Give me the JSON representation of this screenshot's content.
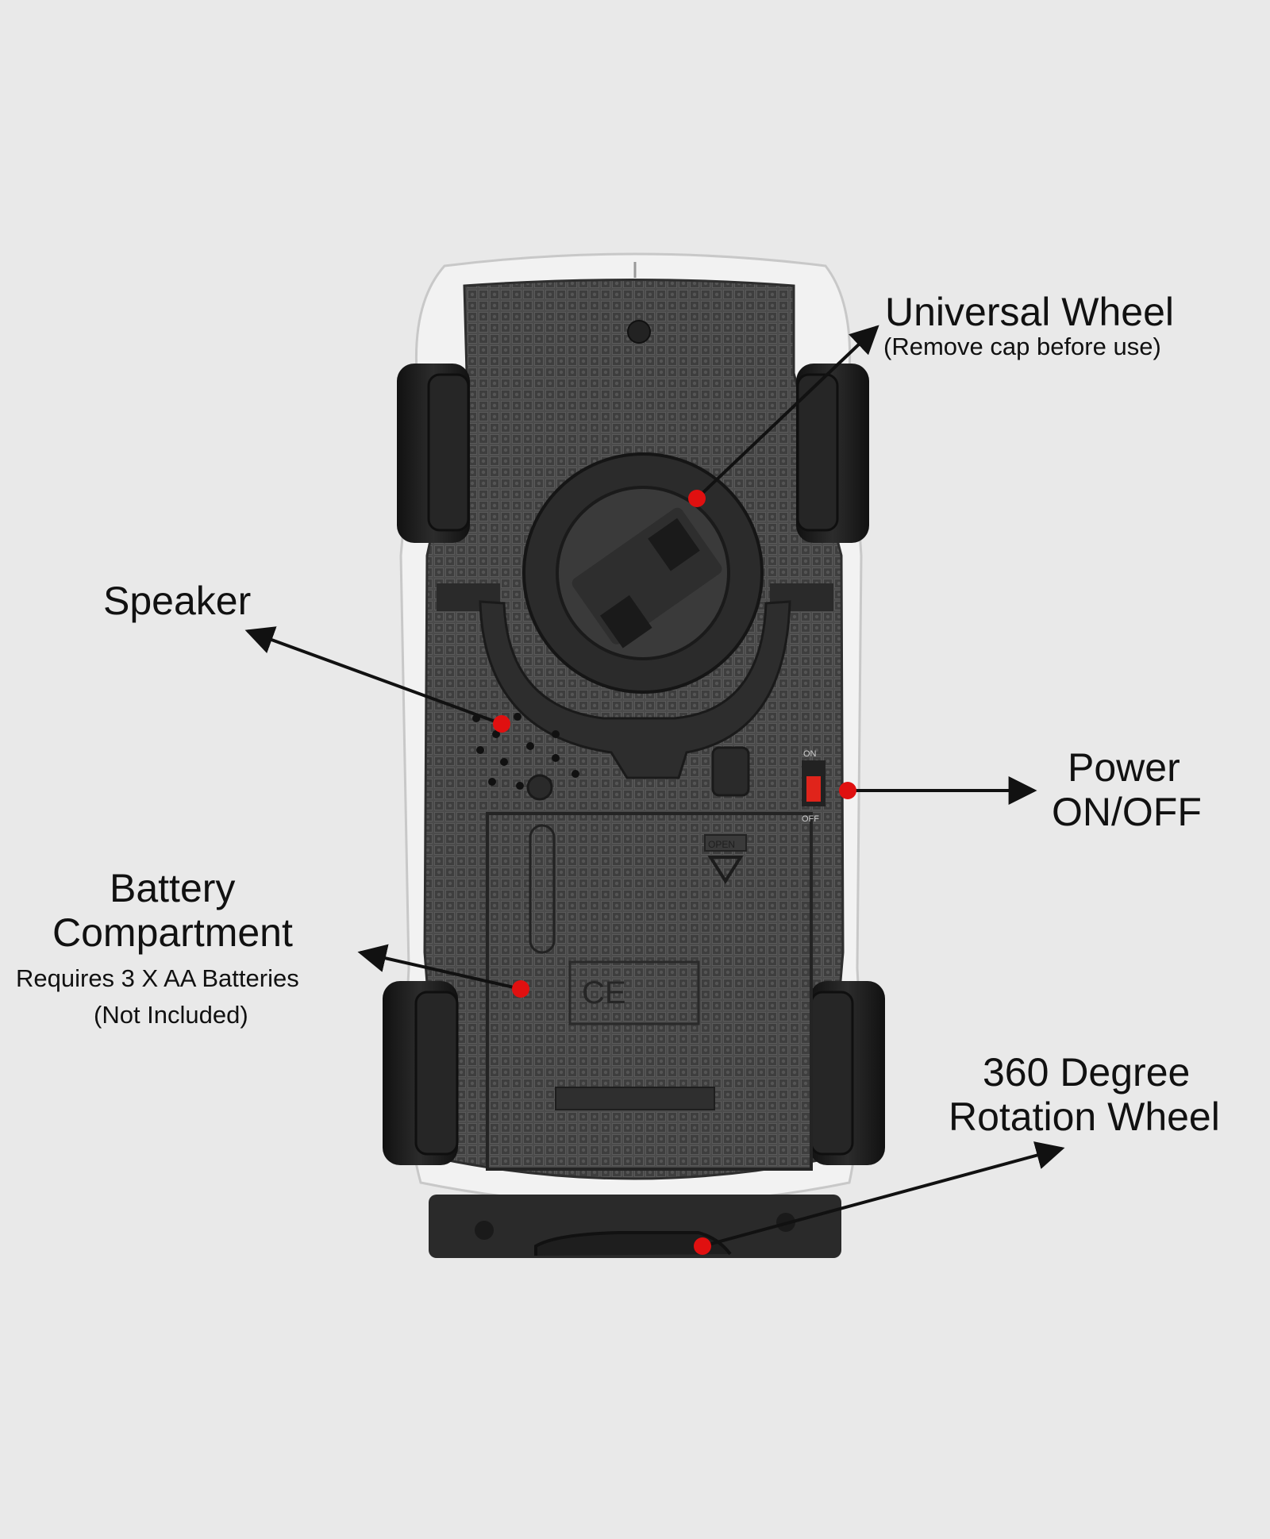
{
  "colors": {
    "background": "#e9e9e9",
    "chassis": "#4a4a4a",
    "body_shell": "#f2f2f2",
    "tire": "#1c1c1c",
    "marker": "#e01010",
    "arrow": "#111111"
  },
  "callouts": {
    "universal_wheel": {
      "title": "Universal Wheel",
      "note": "(Remove cap before use)"
    },
    "speaker": {
      "title": "Speaker"
    },
    "power": {
      "line1": "Power",
      "line2": "ON/OFF"
    },
    "battery": {
      "line1": "Battery",
      "line2": "Compartment",
      "note1": "Requires 3 X AA Batteries",
      "note2": "(Not Included)"
    },
    "rotation_wheel": {
      "line1": "360 Degree",
      "line2": "Rotation Wheel"
    }
  },
  "product": {
    "switch_on": "ON",
    "switch_off": "OFF",
    "cover_open": "OPEN",
    "ce_mark": "CE"
  }
}
